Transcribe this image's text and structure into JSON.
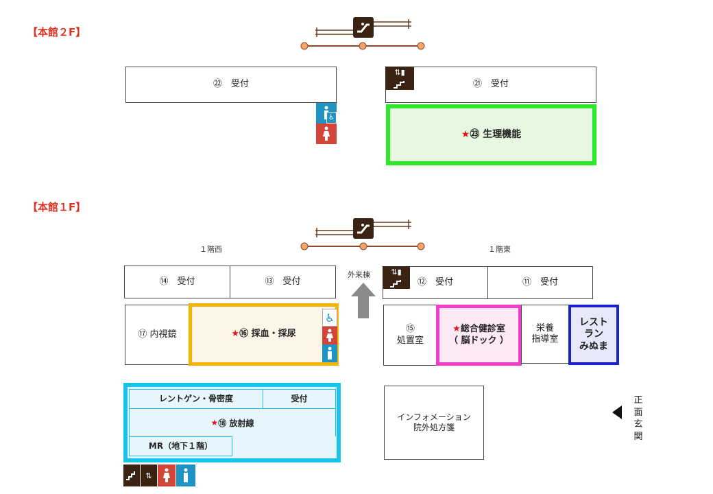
{
  "floor2": {
    "title": "【本館２F】",
    "rooms": {
      "r22": "㉒　受付",
      "r21": "㉑　受付",
      "r23": "㉓ 生理機能"
    }
  },
  "floor1": {
    "title": "【本館１F】",
    "west_label": "１階西",
    "east_label": "１階東",
    "outpatient_label": "外来棟",
    "rooms": {
      "r14": "⑭　受付",
      "r13": "⑬　受付",
      "r12": "⑫　受付",
      "r11": "⑪　受付",
      "r17": "⑰ 内視鏡",
      "r16": "⑯ 採血・採尿",
      "r15": "⑮\n処置室",
      "general": "総合健診室\n（ 脳ドック ）",
      "nutrition": "栄養\n指導室",
      "restaurant": "レスト\nラン\nみぬま",
      "xray": "レントゲン・骨密度",
      "xray_reception": "受付",
      "radiology": "⑱ 放射線",
      "mr": "MR（地下１階）",
      "info": "インフォメーション\n院外処方箋",
      "entrance": "正\n面\n玄\n関"
    }
  },
  "star_symbol": "★",
  "colors": {
    "floor_label": "#e0301e",
    "physiology_border": "#2ee82e",
    "physiology_fill": "#e6f9e0",
    "blood_border": "#f5b400",
    "blood_fill": "#fdf6e8",
    "general_border": "#f03ec8",
    "general_fill": "#fde8f6",
    "restaurant_border": "#1a22c8",
    "restaurant_fill": "#e8e8fb",
    "radiology_border": "#18c4ee",
    "radiology_fill": "#e6f6fc",
    "corridor": "#8a4a2a",
    "corridor_node": "#f2a46a"
  },
  "icons": [
    "escalator-icon",
    "elevator-icon",
    "stairs-icon",
    "wheelchair-icon",
    "restroom-women-icon",
    "restroom-men-icon",
    "arrow-up-icon",
    "arrow-left-icon"
  ]
}
